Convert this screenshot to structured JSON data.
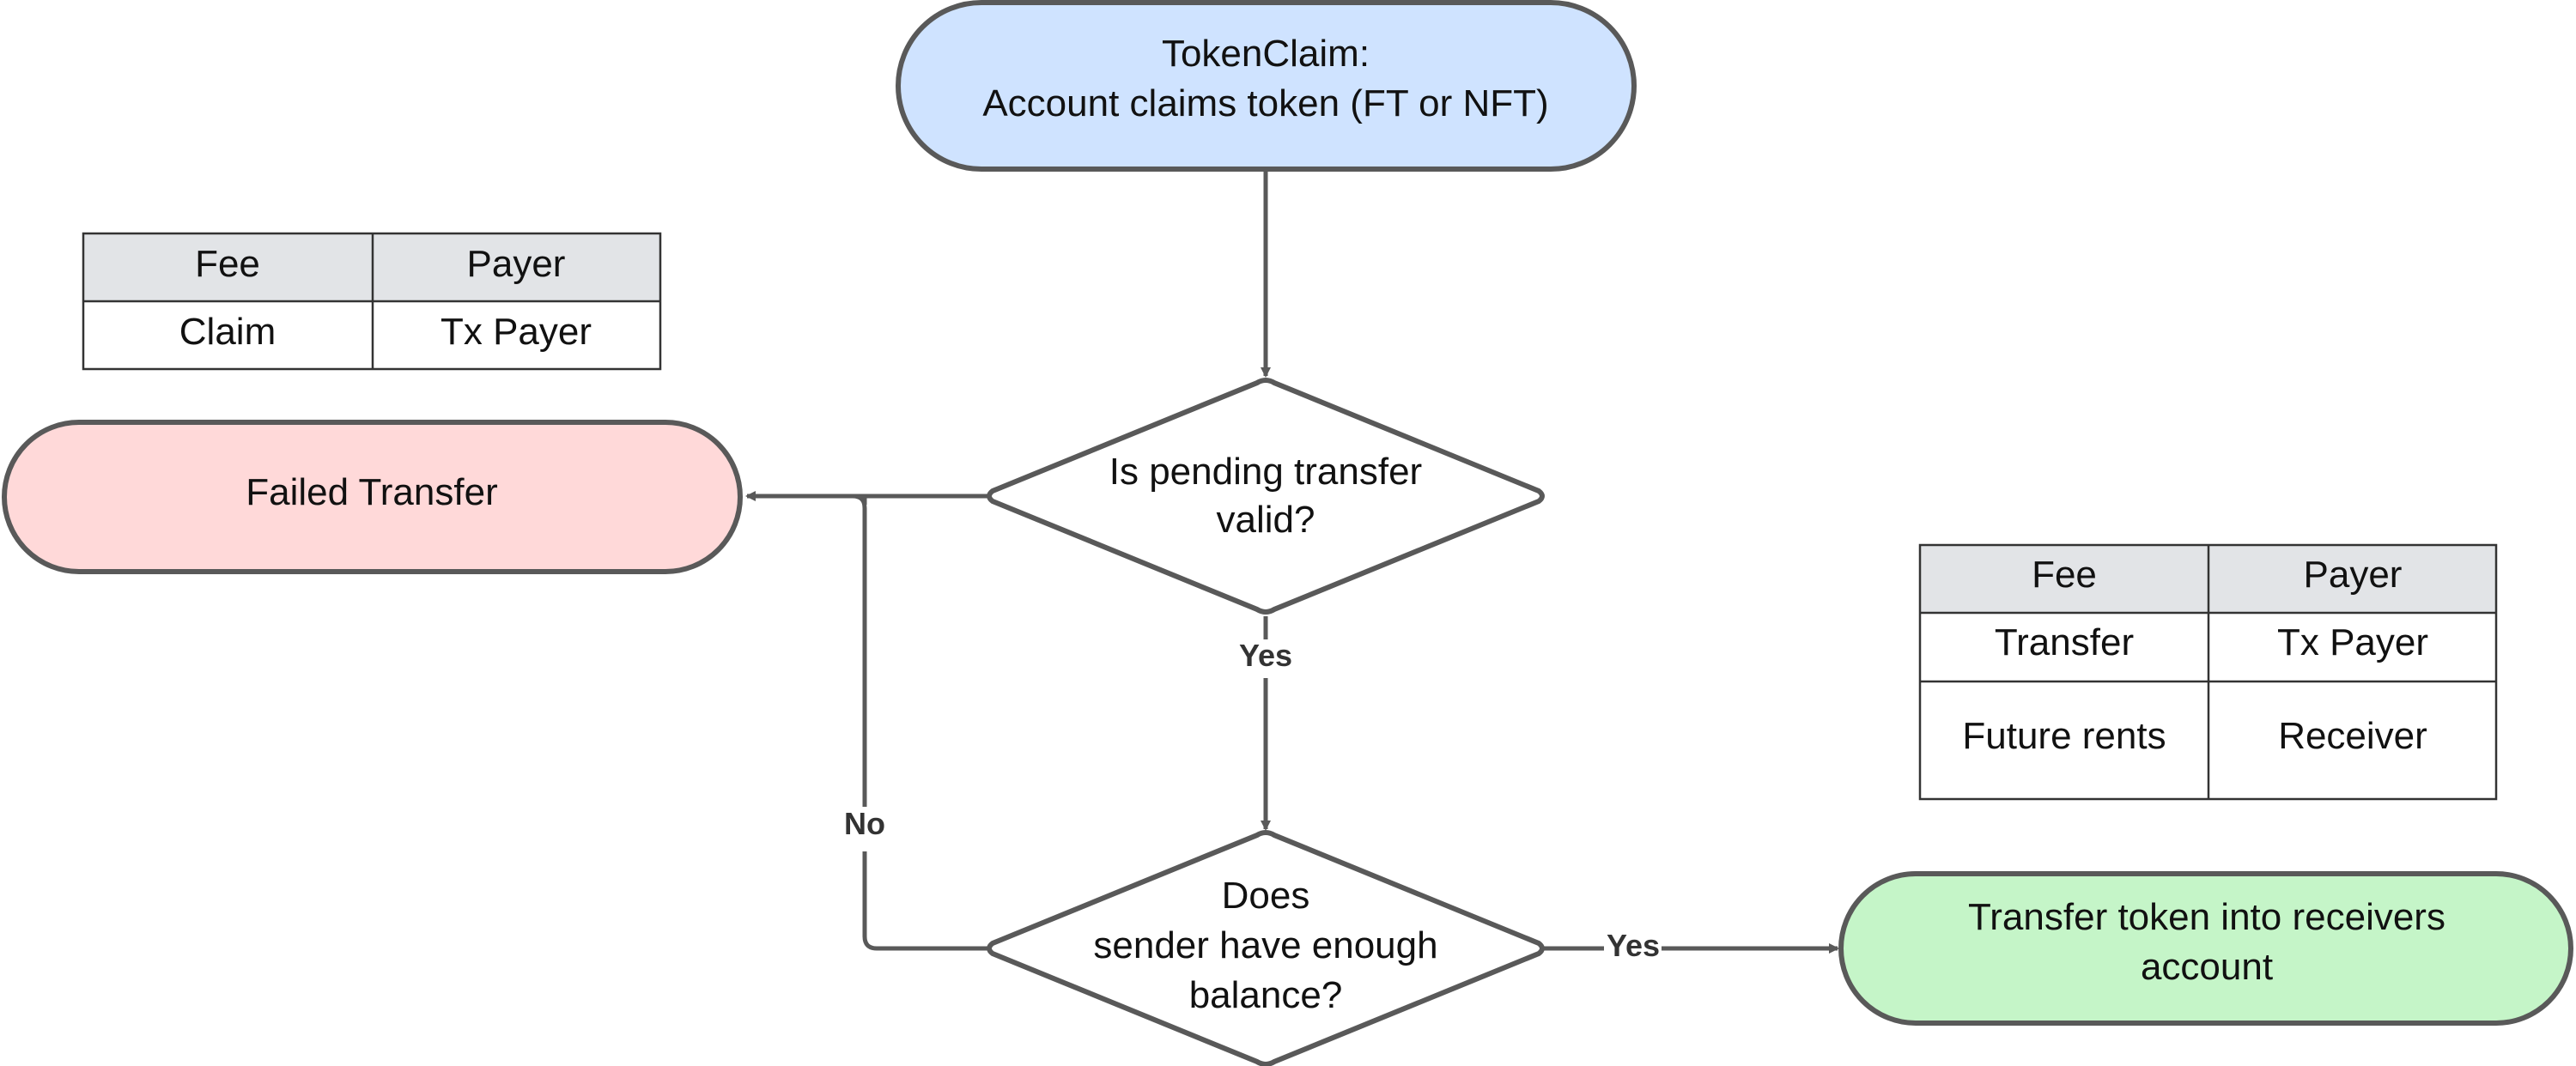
{
  "colors": {
    "stroke": "#595959",
    "start_fill": "#cfe3ff",
    "failed_fill": "#ffd9d9",
    "success_fill": "#c5f5c8",
    "table_header_fill": "#e2e4e7",
    "white": "#ffffff"
  },
  "nodes": {
    "start": {
      "line1": "TokenClaim:",
      "line2": "Account claims token (FT or NFT)"
    },
    "failed": {
      "label": "Failed Transfer"
    },
    "decision_valid": {
      "line1": "Is pending transfer",
      "line2": "valid?"
    },
    "decision_balance": {
      "line1": "Does",
      "line2": "sender have enough",
      "line3": "balance?"
    },
    "success": {
      "line1": "Transfer token into receivers",
      "line2": "account"
    }
  },
  "edges": {
    "valid_yes": "Yes",
    "balance_no": "No",
    "balance_yes": "Yes"
  },
  "fee_table_claim": {
    "headers": [
      "Fee",
      "Payer"
    ],
    "rows": [
      [
        "Claim",
        "Tx Payer"
      ]
    ]
  },
  "fee_table_transfer": {
    "headers": [
      "Fee",
      "Payer"
    ],
    "rows": [
      [
        "Transfer",
        "Tx Payer"
      ],
      [
        "Future rents",
        "Receiver"
      ]
    ]
  }
}
